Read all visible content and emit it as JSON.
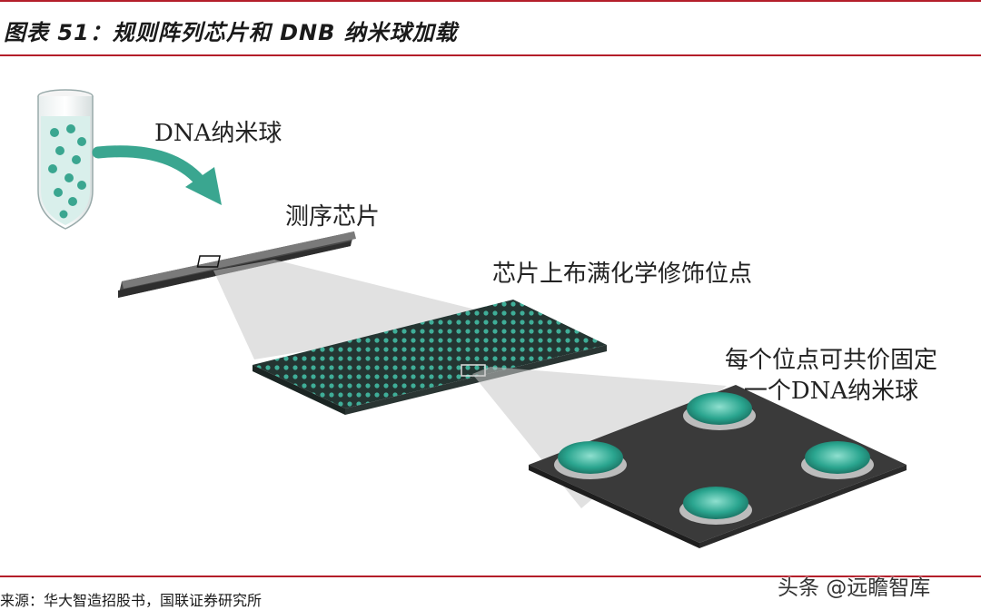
{
  "figure": {
    "title": "图表 51：规则阵列芯片和 DNB 纳米球加载",
    "source": "来源：华大智造招股书，国联证券研究所",
    "watermark": "头条 @远瞻智库"
  },
  "labels": {
    "dna_nanoball": "DNA纳米球",
    "sequencing_chip": "测序芯片",
    "chip_sites": "芯片上布满化学修饰位点",
    "fixed_line1": "每个位点可共价固定",
    "fixed_line2": "一个DNA纳米球"
  },
  "colors": {
    "accent_red": "#b41e2a",
    "teal": "#2aa58f",
    "chip_gray": "#6e6e6e",
    "array_dark": "#2b2b2b"
  }
}
